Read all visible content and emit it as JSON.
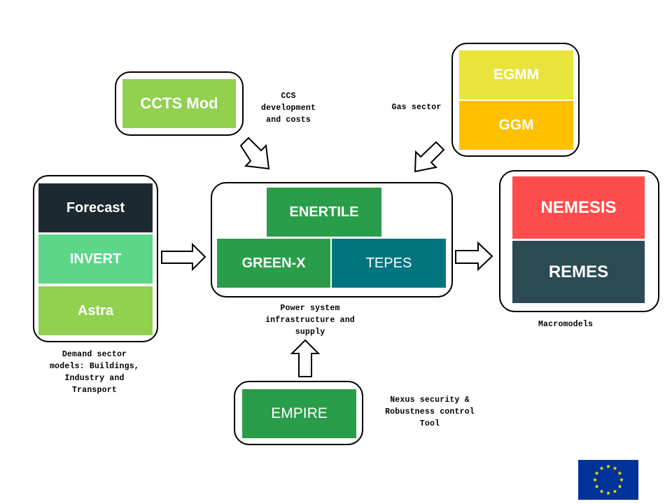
{
  "groups": {
    "ccs": {
      "blocks": [
        {
          "label": "CCTS Mod",
          "color": "#92d050"
        }
      ],
      "caption": "CCS\ndevelopment\nand costs"
    },
    "gas": {
      "blocks": [
        {
          "label": "EGMM",
          "color": "#e8e43b"
        },
        {
          "label": "GGM",
          "color": "#ffc000"
        }
      ],
      "caption": "Gas sector"
    },
    "demand": {
      "blocks": [
        {
          "label": "Forecast",
          "color": "#1b2a30"
        },
        {
          "label": "INVERT",
          "color": "#5cd689"
        },
        {
          "label": "Astra",
          "color": "#92d050"
        }
      ],
      "caption": "Demand sector\nmodels: Buildings,\nIndustry and\nTransport"
    },
    "power": {
      "blocks": [
        {
          "label": "ENERTILE",
          "color": "#2a9d4a"
        },
        {
          "label": "GREEN-X",
          "color": "#2a9d4a"
        },
        {
          "label": "TEPES",
          "color": "#007580"
        }
      ],
      "caption": "Power system\ninfrastructure and\nsupply"
    },
    "macro": {
      "blocks": [
        {
          "label": "NEMESIS",
          "color": "#ff4d4d"
        },
        {
          "label": "REMES",
          "color": "#2b4a54"
        }
      ],
      "caption": "Macromodels"
    },
    "nexus": {
      "blocks": [
        {
          "label": "EMPIRE",
          "color": "#2a9d4a"
        }
      ],
      "caption": "Nexus security &\nRobustness control\nTool"
    }
  },
  "arrows": [
    {
      "from": "ccs",
      "to": "power",
      "direction": "down-right"
    },
    {
      "from": "gas",
      "to": "power",
      "direction": "down-left"
    },
    {
      "from": "demand",
      "to": "power",
      "direction": "right"
    },
    {
      "from": "power",
      "to": "macro",
      "direction": "right"
    },
    {
      "from": "nexus",
      "to": "power",
      "direction": "up"
    }
  ],
  "logo": {
    "name": "EU flag",
    "background": "#003399",
    "star_color": "#ffdd00",
    "stars": 12
  }
}
